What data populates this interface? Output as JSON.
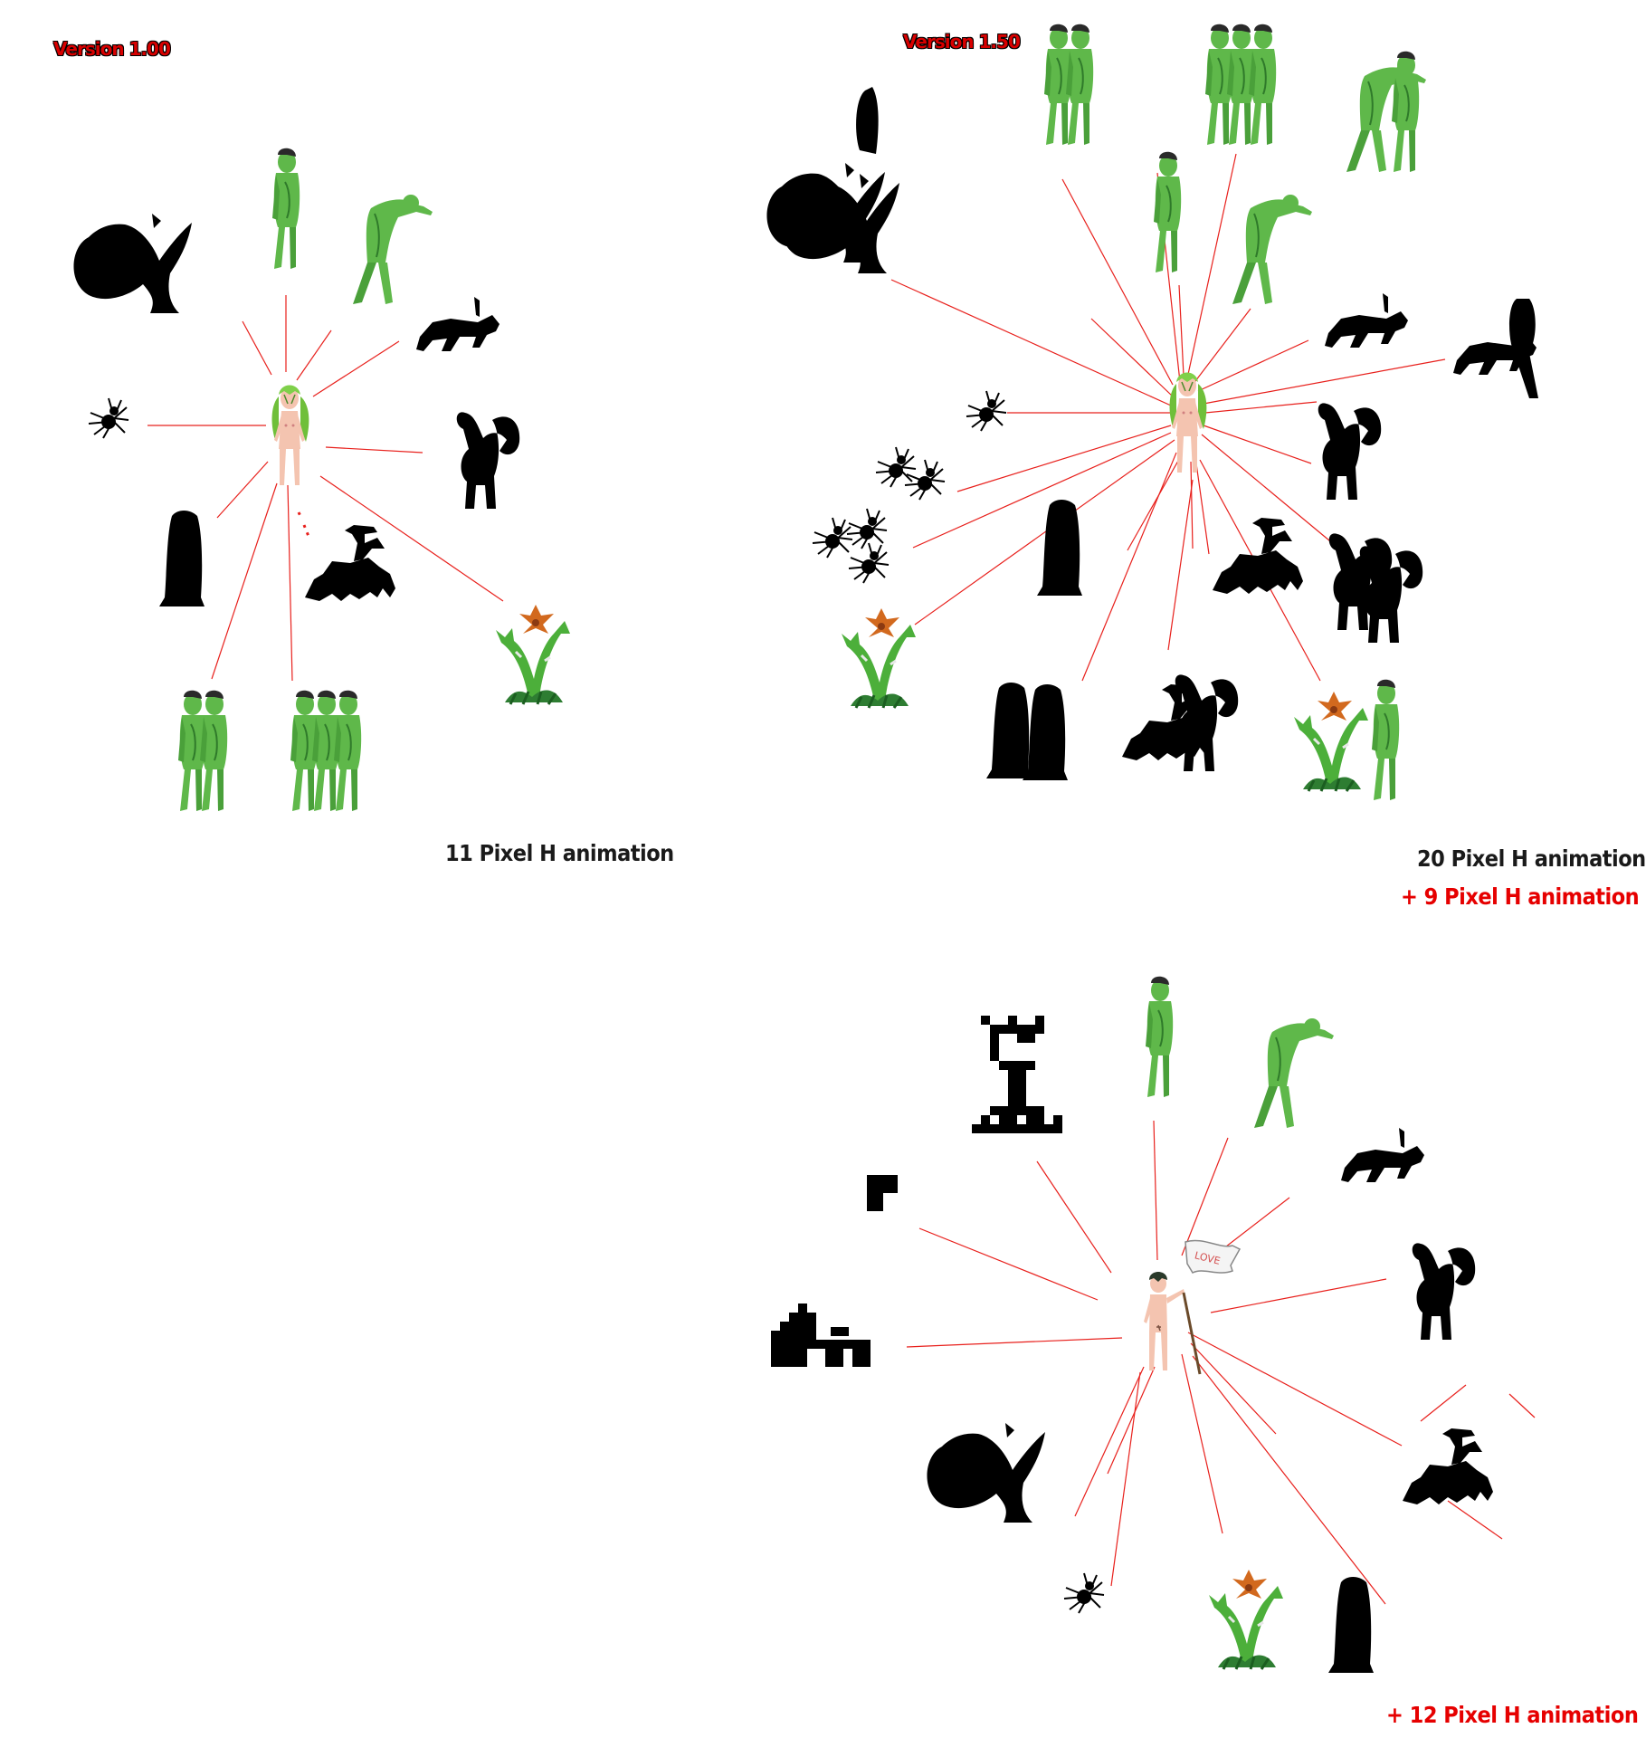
{
  "panels": [
    {
      "id": "v100",
      "version_label": "Version 1.00",
      "caption": "11 Pixel H animation"
    },
    {
      "id": "v150",
      "version_label": "Version 1.50",
      "caption": "20 Pixel H animation",
      "added_caption": "+ 9 Pixel H animation"
    },
    {
      "id": "next",
      "added_caption": "+ 12 Pixel H animation"
    }
  ],
  "flag_text": "LOVE",
  "colors": {
    "connector": "#e8201c",
    "silhouette": "#000000",
    "zombie_skin": "#5fb84a",
    "zombie_shadow": "#2f7a2a",
    "skin": "#f4c4b0",
    "flower": "#d2691e",
    "caption_red": "#e60000",
    "caption_black": "#1a1a1a"
  }
}
